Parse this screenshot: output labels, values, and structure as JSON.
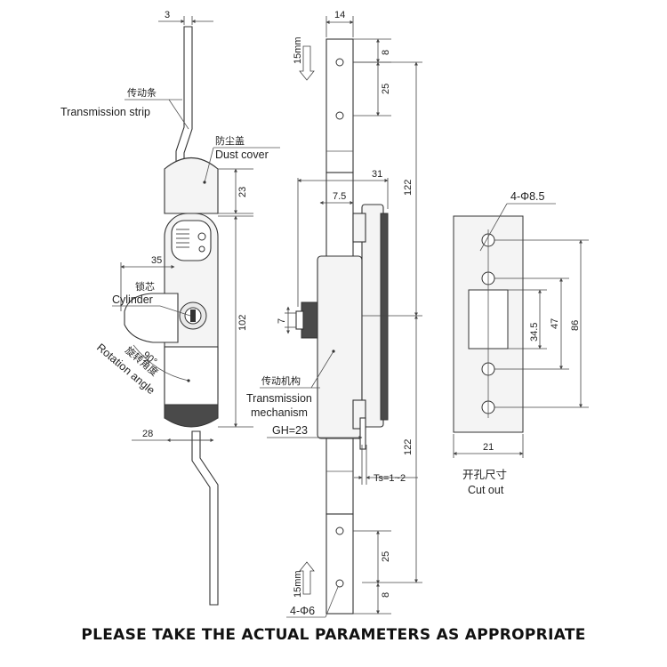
{
  "dimensions": {
    "strip_thickness": "3",
    "dust_cover_h": "23",
    "handle_offset": "35",
    "body_height": "102",
    "base_width": "28",
    "bar_width": "14",
    "top_hole_offset": "8",
    "top_hole_pitch": "25",
    "upper_length": "122",
    "depth_31": "31",
    "depth_7_5": "7.5",
    "cam_7": "7",
    "lower_length": "122",
    "ts": "Ts=1~2",
    "bottom_hole_pitch": "25",
    "bottom_hole_offset": "8",
    "bottom_holes": "4-Φ6",
    "gh": "GH=23",
    "angle": "90°",
    "travel_top": "15mm",
    "travel_bottom": "15mm"
  },
  "labels": {
    "strip_cn": "传动条",
    "strip_en": "Transmission strip",
    "dust_cn": "防尘盖",
    "dust_en": "Dust cover",
    "cyl_cn": "锁芯",
    "cyl_en": "Cylinder",
    "rot_cn": "旋转角度",
    "rot_en": "Rotation angle",
    "mech_cn": "传动机构",
    "mech_en1": "Transmission",
    "mech_en2": "mechanism"
  },
  "cutout": {
    "holes": "4-Φ8.5",
    "d_34_5": "34.5",
    "d_47": "47",
    "d_86": "86",
    "width": "21",
    "title_cn": "开孔尺寸",
    "title_en": "Cut out"
  },
  "footer": "PLEASE TAKE THE ACTUAL PARAMETERS AS APPROPRIATE"
}
